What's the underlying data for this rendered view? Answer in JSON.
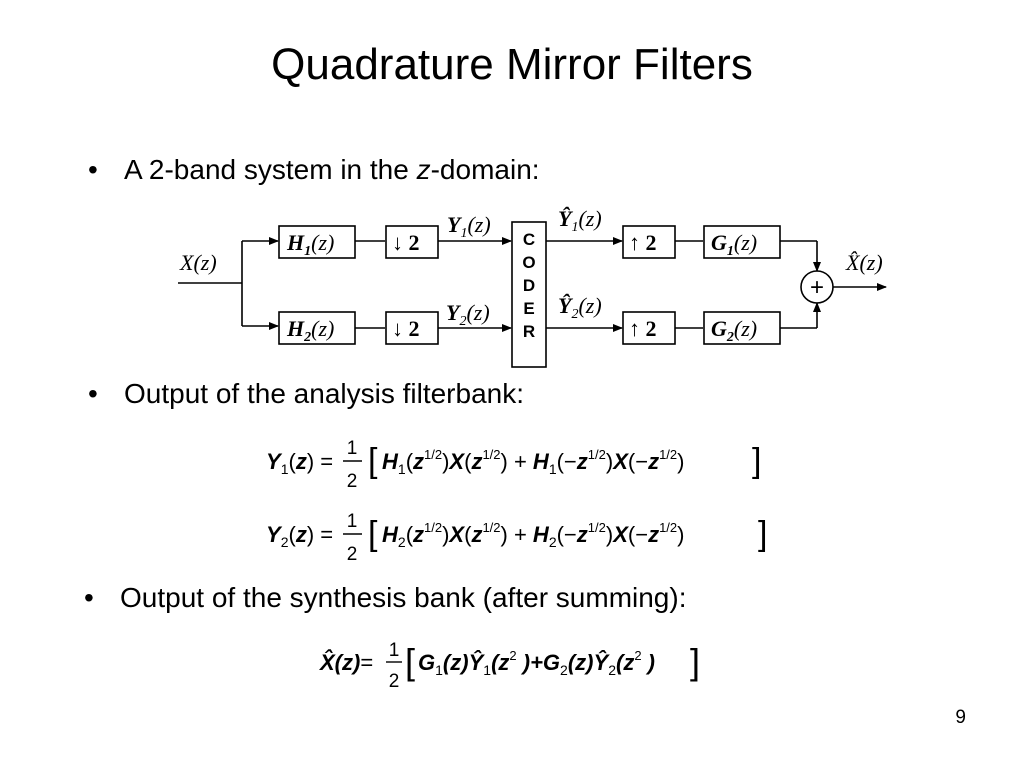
{
  "slide": {
    "title": "Quadrature Mirror Filters",
    "page_number": "9"
  },
  "bullets": {
    "b1_prefix": "A 2-band system in the ",
    "b1_z": "z",
    "b1_suffix": "-domain:",
    "b2": "Output of the analysis filterbank:",
    "b3": "Output of the synthesis bank (after summing):"
  },
  "diagram": {
    "input": "X(z)",
    "h1": "H",
    "h1_sub": "1",
    "h2": "H",
    "h2_sub": "2",
    "arg": "(z)",
    "down": "↓ 2",
    "up": "↑ 2",
    "y1": "Y",
    "y1_sub": "1",
    "y2": "Y",
    "y2_sub": "2",
    "y1hat": "Ŷ",
    "y1hat_sub": "1",
    "y2hat": "Ŷ",
    "y2hat_sub": "2",
    "coder_letters": [
      "C",
      "O",
      "D",
      "E",
      "R"
    ],
    "g1": "G",
    "g1_sub": "1",
    "g2": "G",
    "g2_sub": "2",
    "plus": "+",
    "output": "X̂(z)"
  },
  "equations": {
    "eq1": {
      "lhs": "Y",
      "sub": "1",
      "filter": "H",
      "fsub": "1"
    },
    "eq2": {
      "lhs": "Y",
      "sub": "2",
      "filter": "H",
      "fsub": "2"
    },
    "z": "z",
    "xvar": "X",
    "half_num": "1",
    "half_den": "2",
    "exp_half": "1/2",
    "eq3": {
      "lhs": "X̂(z)",
      "g": "G",
      "y": "Ŷ",
      "exp2": "2",
      "zarg": "(z)"
    }
  }
}
